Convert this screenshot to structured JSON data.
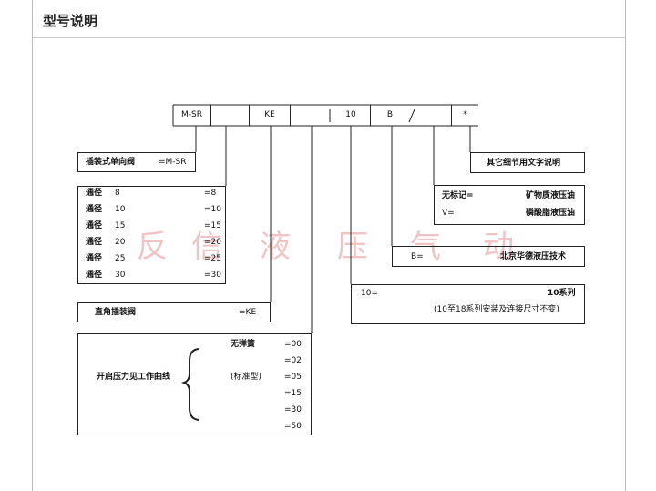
{
  "page_title": "型号说明",
  "code_row": [
    "M-SR",
    "",
    "KE",
    "",
    "10",
    "B",
    "",
    "*"
  ],
  "single_valve": {
    "label": "插装式单向阀",
    "code": "=M-SR"
  },
  "diameters": [
    {
      "label": "通径",
      "size": "8",
      "code": "=8"
    },
    {
      "label": "通径",
      "size": "10",
      "code": "=10"
    },
    {
      "label": "通径",
      "size": "15",
      "code": "=15"
    },
    {
      "label": "通径",
      "size": "20",
      "code": "=20"
    },
    {
      "label": "通径",
      "size": "25",
      "code": "=25"
    },
    {
      "label": "通径",
      "size": "30",
      "code": "=30"
    }
  ],
  "angle_valve": {
    "label": "直角插装阀",
    "code": "=KE"
  },
  "cracking_pressure": {
    "label": "开启压力见工作曲线",
    "no_spring": "无弹簧",
    "standard": "(标准型)",
    "codes": [
      "=00",
      "=02",
      "=05",
      "=15",
      "=30",
      "=50"
    ]
  },
  "other_details": "其它细节用文字说明",
  "oil": {
    "unmarked_label": "无标记=",
    "unmarked_value": "矿物质液压油",
    "v_label": "V=",
    "v_value": "磷酸脂液压油"
  },
  "beijing": {
    "label": "B=",
    "value": "北京华德液压技术"
  },
  "series": {
    "label": "10=",
    "value": "10系列",
    "note": "(10至18系列安装及连接尺寸不变)"
  },
  "watermark": [
    "反",
    "信",
    "液",
    "压",
    "气",
    "动"
  ]
}
